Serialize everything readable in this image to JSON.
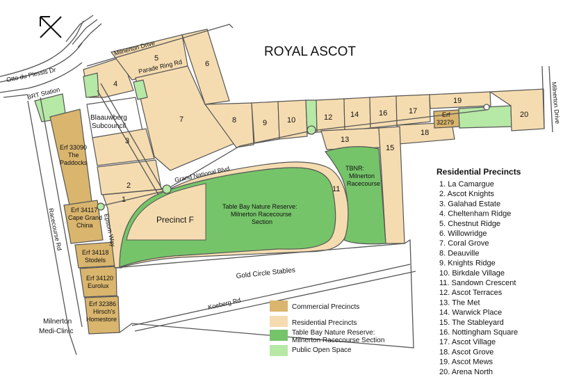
{
  "title": "ROYAL ASCOT",
  "colors": {
    "commercial": "#d9b56e",
    "residential": "#f5dcb0",
    "reserve": "#76c46a",
    "open_space": "#b6e8a6",
    "road_outline": "#555555",
    "background": "#ffffff"
  },
  "roads": {
    "otto_du_plessis": "Otto du Plessis Dr",
    "brt_station": "BRT Station",
    "milnerton_drive_top": "Milnerton Drive",
    "milnerton_drive_right": "Milnerton Drive",
    "parade_ring": "Parade Ring Rd",
    "grand_national": "Grand National Blvd",
    "racecourse": "Racecourse Rd",
    "epsom_way": "Epsom Way",
    "koeberg": "Koeberg Rd"
  },
  "places": {
    "blaauwberg": "Blaauwberg Subcouncil",
    "medi_clinic": "Milnerton Medi-Clinic",
    "gold_circle": "Gold Circle Stables",
    "precinct_f": "Precinct F",
    "tbnr_main": "Table Bay Nature Reserve: Milnerton Racecourse Section",
    "tbnr_small": "TBNR: Milnerton Racecourse"
  },
  "erfs": {
    "paddocks": "Erf 33090 The Paddocks",
    "cape_grand": "Erf 34117 Cape Grand China",
    "stodels": "Erf 34118 Stodels",
    "eurolux": "Erf 34120 Eurolux",
    "hirschs": "Erf 32386 Hirsch's Homestore",
    "erf_32279": "Erf 32279"
  },
  "precinct_numbers": [
    "1",
    "2",
    "3",
    "4",
    "5",
    "6",
    "7",
    "8",
    "9",
    "10",
    "11",
    "12",
    "13",
    "14",
    "15",
    "16",
    "17",
    "18",
    "19",
    "20"
  ],
  "legend": {
    "title": "Residential Precincts",
    "items": [
      "1. La Camargue",
      "2. Ascot Knights",
      "3. Galahad Estate",
      "4. Cheltenham Ridge",
      "5. Chestnut Ridge",
      "6. Willowridge",
      "7. Coral Grove",
      "8. Deauville",
      "9. Knights Ridge",
      "10. Birkdale Village",
      "11. Sandown Crescent",
      "12. Ascot Terraces",
      "13. The Met",
      "14. Warwick Place",
      "15. The Stableyard",
      "16. Nottingham Square",
      "17. Ascot Village",
      "18. Ascot Grove",
      "19. Ascot Mews",
      "20. Arena North"
    ]
  },
  "key": {
    "commercial": "Commercial Precincts",
    "residential": "Residential Precincts",
    "reserve": "Table Bay Nature Reserve: Milnerton Racecourse Section",
    "open_space": "Public Open Space"
  },
  "north_arrow": "north-arrow"
}
